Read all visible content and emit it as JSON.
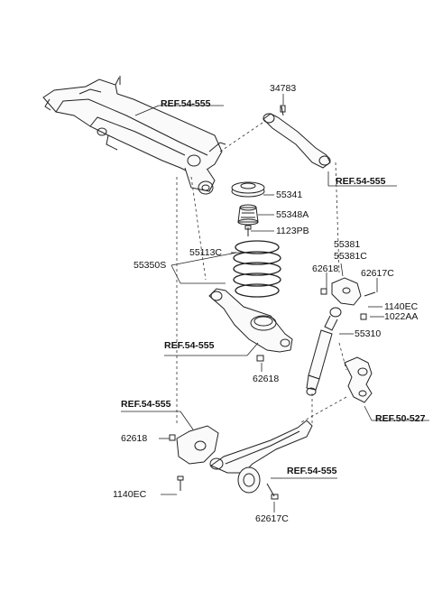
{
  "labels": {
    "ref_top_crossmember": "REF.54-555",
    "p34783": "34783",
    "ref_upper_arm": "REF.54-555",
    "p55341": "55341",
    "p55348A": "55348A",
    "p1123PB": "1123PB",
    "p55113C": "55113C",
    "p55350S": "55350S",
    "p55381": "55381",
    "p55381C": "55381C",
    "p62618_a": "62618",
    "p62617C_a": "62617C",
    "p1140EC_a": "1140EC",
    "p1022AA": "1022AA",
    "p55310": "55310",
    "ref_lower_arm": "REF.54-555",
    "p62618_b": "62618",
    "ref_knuckle": "REF.50-527",
    "ref_bracket": "REF.54-555",
    "p62618_c": "62618",
    "ref_trailing_arm": "REF.54-555",
    "p1140EC_b": "1140EC",
    "p62617C_b": "62617C"
  }
}
